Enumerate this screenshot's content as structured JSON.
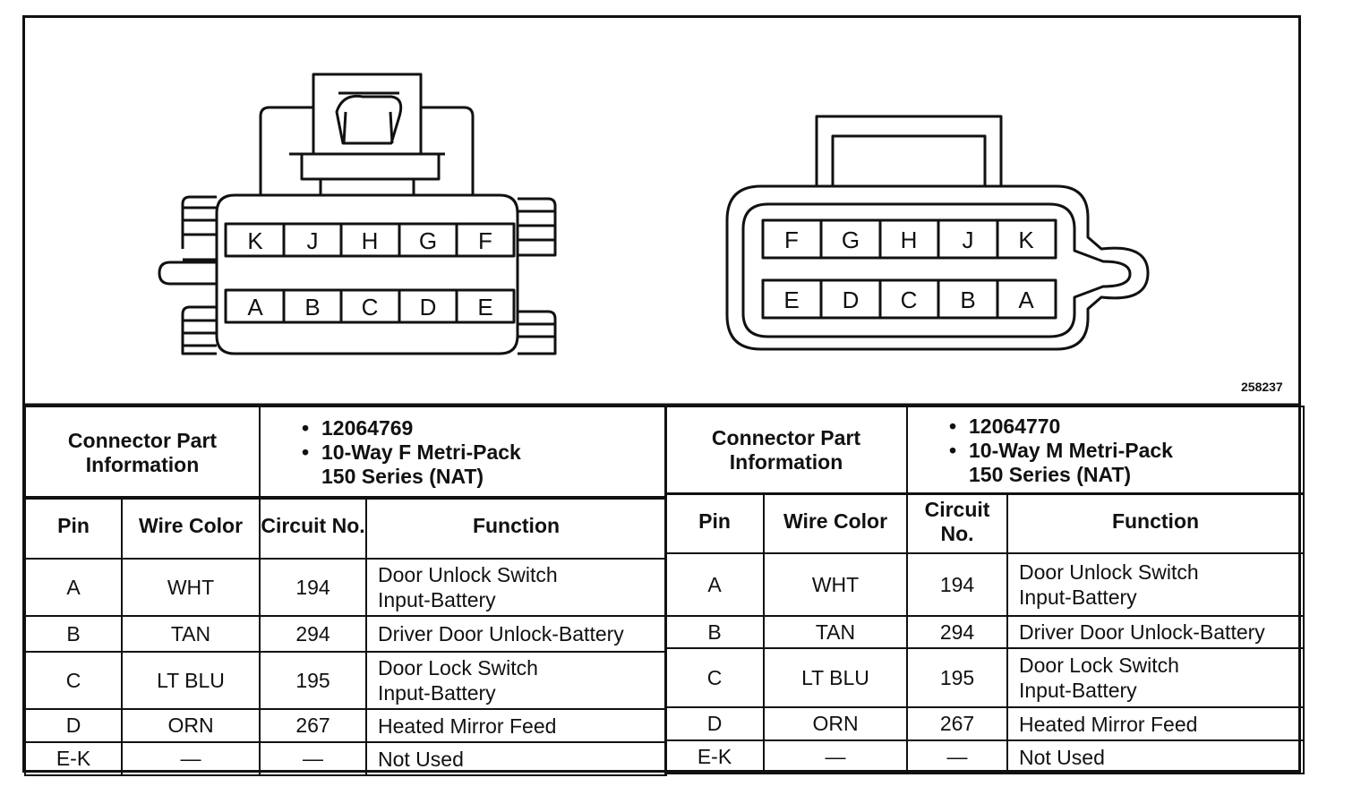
{
  "figure_id": "258237",
  "left_connector": {
    "top_row": [
      "K",
      "J",
      "H",
      "G",
      "F"
    ],
    "bottom_row": [
      "A",
      "B",
      "C",
      "D",
      "E"
    ]
  },
  "right_connector": {
    "top_row": [
      "F",
      "G",
      "H",
      "J",
      "K"
    ],
    "bottom_row": [
      "E",
      "D",
      "C",
      "B",
      "A"
    ]
  },
  "tables": [
    {
      "info_label": "Connector Part Information",
      "part_number": "12064769",
      "part_desc": "10-Way F Metri-Pack 150 Series (NAT)",
      "headers": {
        "pin": "Pin",
        "wire_color": "Wire Color",
        "circuit": "Circuit No.",
        "function": "Function"
      },
      "rows": [
        {
          "pin": "A",
          "wire_color": "WHT",
          "circuit": "194",
          "function": "Door Unlock Switch Input-Battery"
        },
        {
          "pin": "B",
          "wire_color": "TAN",
          "circuit": "294",
          "function": "Driver Door Unlock-Battery"
        },
        {
          "pin": "C",
          "wire_color": "LT BLU",
          "circuit": "195",
          "function": "Door Lock Switch Input-Battery"
        },
        {
          "pin": "D",
          "wire_color": "ORN",
          "circuit": "267",
          "function": "Heated Mirror Feed"
        },
        {
          "pin": "E-K",
          "wire_color": "—",
          "circuit": "—",
          "function": "Not Used"
        }
      ]
    },
    {
      "info_label": "Connector Part Information",
      "part_number": "12064770",
      "part_desc": "10-Way M Metri-Pack 150 Series (NAT)",
      "headers": {
        "pin": "Pin",
        "wire_color": "Wire Color",
        "circuit": "Circuit No.",
        "function": "Function"
      },
      "rows": [
        {
          "pin": "A",
          "wire_color": "WHT",
          "circuit": "194",
          "function": "Door Unlock Switch Input-Battery"
        },
        {
          "pin": "B",
          "wire_color": "TAN",
          "circuit": "294",
          "function": "Driver Door Unlock-Battery"
        },
        {
          "pin": "C",
          "wire_color": "LT BLU",
          "circuit": "195",
          "function": "Door Lock Switch Input-Battery"
        },
        {
          "pin": "D",
          "wire_color": "ORN",
          "circuit": "267",
          "function": "Heated Mirror Feed"
        },
        {
          "pin": "E-K",
          "wire_color": "—",
          "circuit": "—",
          "function": "Not Used"
        }
      ]
    }
  ]
}
